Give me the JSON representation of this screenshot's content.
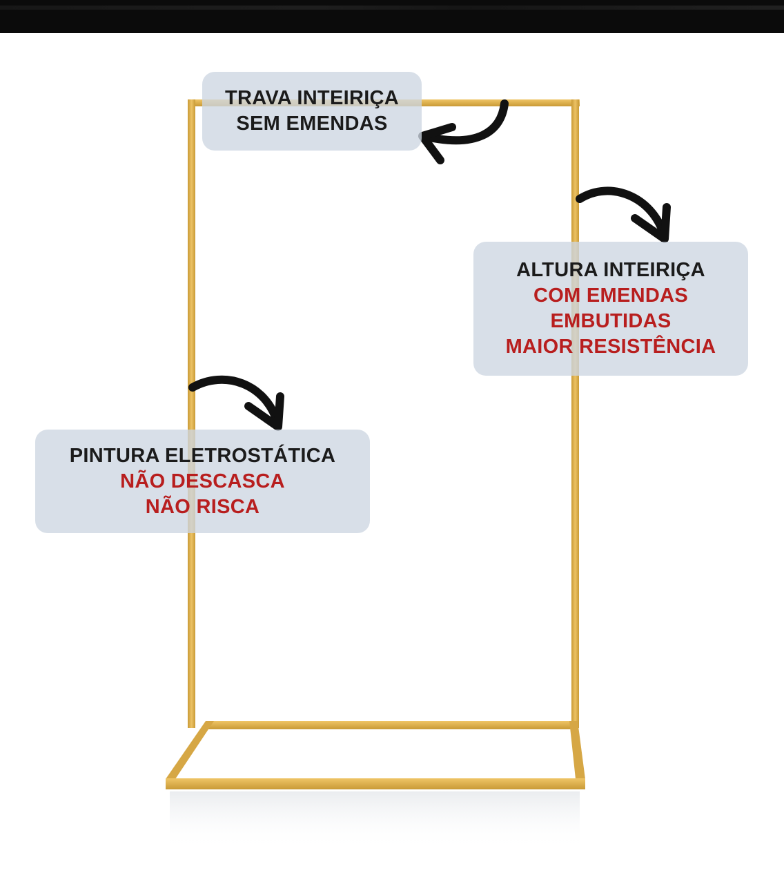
{
  "colors": {
    "frame_gold": "#e2b24a",
    "frame_gold_dark": "#c99a36",
    "box_bg": "#cdd6e2",
    "text_black": "#1b1b1b",
    "text_red": "#b81e1e",
    "arrow": "#111111",
    "topbar": "#0b0b0b"
  },
  "callouts": {
    "trava": {
      "line1": "TRAVA INTEIRIÇA",
      "line2": "SEM EMENDAS"
    },
    "altura": {
      "line1": "ALTURA INTEIRIÇA",
      "line2": "COM EMENDAS",
      "line3": "EMBUTIDAS",
      "line4": "MAIOR RESISTÊNCIA"
    },
    "pintura": {
      "line1": "PINTURA ELETROSTÁTICA",
      "line2": "NÃO DESCASCA",
      "line3": "NÃO RISCA"
    }
  },
  "icons": {
    "arrow_trava": "curved-arrow-icon",
    "arrow_altura": "curved-arrow-icon",
    "arrow_pintura": "curved-arrow-icon"
  }
}
